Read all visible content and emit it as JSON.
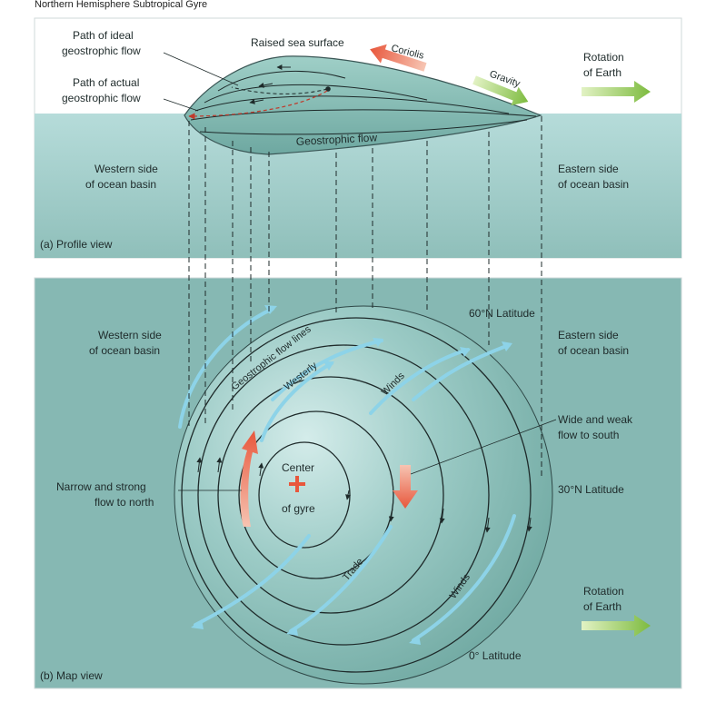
{
  "title": "Northern Hemisphere Subtropical Gyre",
  "profile": {
    "panel_label": "(a) Profile view",
    "path_ideal": [
      "Path of ideal",
      "geostrophic flow"
    ],
    "path_actual": [
      "Path of actual",
      "geostrophic flow"
    ],
    "raised_sea_surface": "Raised sea surface",
    "coriolis": "Coriolis",
    "gravity": "Gravity",
    "rotation": [
      "Rotation",
      "of Earth"
    ],
    "geostrophic_flow": "Geostrophic flow",
    "western_side": [
      "Western side",
      "of ocean basin"
    ],
    "eastern_side": [
      "Eastern side",
      "of ocean basin"
    ]
  },
  "map": {
    "panel_label": "(b) Map view",
    "lat_60": "60°N Latitude",
    "lat_30": "30°N Latitude",
    "lat_0": "0° Latitude",
    "western_side": [
      "Western side",
      "of ocean basin"
    ],
    "eastern_side": [
      "Eastern side",
      "of ocean basin"
    ],
    "geostrophic_flow_lines": "Geostrophic flow lines",
    "westerly": "Westerly",
    "winds_top": "Winds",
    "trade": "Trade",
    "winds_bottom": "Winds",
    "center": [
      "Center",
      "of gyre"
    ],
    "narrow_strong": [
      "Narrow and strong",
      "flow to north"
    ],
    "wide_weak": [
      "Wide and weak",
      "flow to south"
    ],
    "rotation": [
      "Rotation",
      "of Earth"
    ]
  },
  "colors": {
    "ocean": "#a9d2d0",
    "panel": "#86b8b3",
    "mound": "#8dc0b8",
    "red_arrow": "#e8573c",
    "green_arrow": "#8bc34a",
    "blue_arrow": "#8dd3e8"
  }
}
